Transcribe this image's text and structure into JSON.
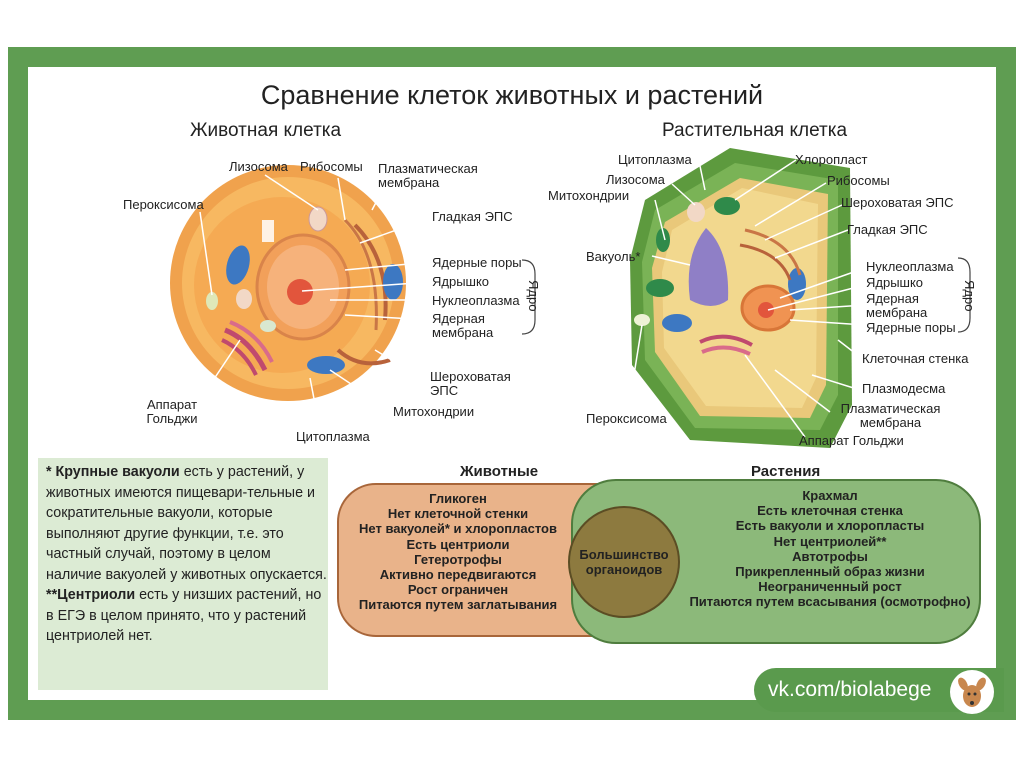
{
  "title": "Сравнение клеток животных и растений",
  "animal": {
    "heading": "Животная клетка",
    "labels": {
      "lysosome": "Лизосома",
      "ribosomes": "Рибосомы",
      "membrane": "Плазматическая мембрана",
      "peroxisome": "Пероксисома",
      "smooth_er": "Гладкая ЭПС",
      "pores": "Ядерные поры",
      "nucleolus": "Ядрышко",
      "nucleoplasm": "Нуклеоплазма",
      "nuc_membrane": "Ядерная мембрана",
      "nucleus": "Ядро",
      "rough_er": "Шероховатая ЭПС",
      "golgi": "Аппарат Гольджи",
      "mitochondria": "Митохондрии",
      "cytoplasm": "Цитоплазма"
    }
  },
  "plant": {
    "heading": "Растительная клетка",
    "labels": {
      "cytoplasm": "Цитоплазма",
      "lysosome": "Лизосома",
      "mitochondria": "Митохондрии",
      "chloroplast": "Хлоропласт",
      "ribosomes": "Рибосомы",
      "rough_er": "Шероховатая ЭПС",
      "smooth_er": "Гладкая ЭПС",
      "vacuole": "Вакуоль*",
      "nucleoplasm": "Нуклеоплазма",
      "nucleolus": "Ядрышко",
      "nuc_membrane": "Ядерная мембрана",
      "pores": "Ядерные поры",
      "nucleus": "Ядро",
      "cell_wall": "Клеточная стенка",
      "peroxisome": "Пероксисома",
      "plasmodesma": "Плазмодесма",
      "membrane": "Плазматическая мембрана",
      "golgi": "Аппарат Гольджи"
    }
  },
  "note": {
    "p1_bold": "* Крупные вакуоли",
    "p1_rest": " есть у растений, у животных имеются пищевари-тельные и сократительные вакуоли, которые выполняют другие функции, т.е. это частный случай, поэтому в целом наличие вакуолей у животных опускается.",
    "p2_bold": "**Центриоли",
    "p2_rest": " есть у низших растений, но в ЕГЭ в целом принято, что у растений центриолей нет."
  },
  "venn": {
    "left_title": "Животные",
    "right_title": "Растения",
    "left_items": [
      "Гликоген",
      "Нет клеточной стенки",
      "Нет вакуолей* и хлоропластов",
      "Есть центриоли",
      "Гетеротрофы",
      "Активно передвигаются",
      "Рост ограничен",
      "Питаются путем заглатывания"
    ],
    "center_line1": "Большинство",
    "center_line2": "органоидов",
    "right_items": [
      "Крахмал",
      "Есть клеточная стенка",
      "Есть вакуоли и хлоропласты",
      "Нет центриолей**",
      "Автотрофы",
      "Прикрепленный образ жизни",
      "Неограниченный рост",
      "Питаются путем всасывания (осмотрофно)"
    ]
  },
  "brand": "vk.com/biolabege",
  "colors": {
    "frame": "#5f9d52",
    "note_bg": "#dcebd4",
    "animal_fill": "#e8b488",
    "plant_fill": "#8fb879",
    "overlap": "#8d7a3f"
  }
}
